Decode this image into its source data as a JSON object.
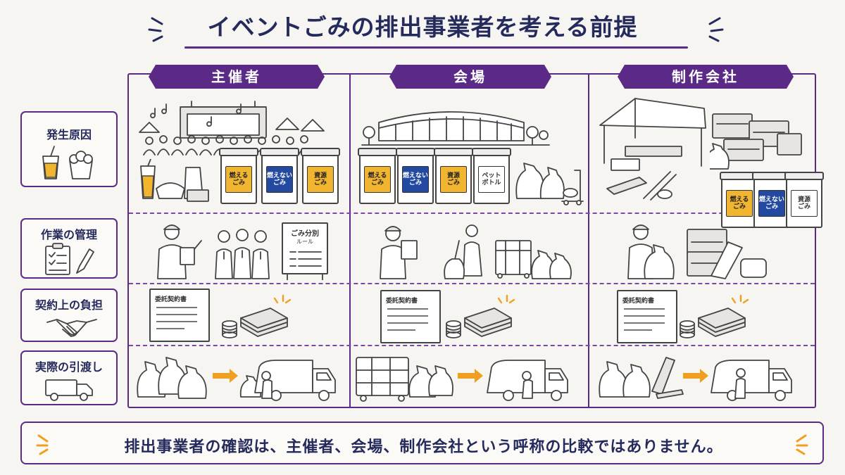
{
  "title": "イベントごみの排出事業者を考える前提",
  "columns": [
    {
      "label": "主催者"
    },
    {
      "label": "会場"
    },
    {
      "label": "制作会社"
    }
  ],
  "rows": [
    {
      "label": "発生原因",
      "icon": "drink-cup-and-popcorn-icon"
    },
    {
      "label": "作業の管理",
      "icon": "clipboard-pen-icon"
    },
    {
      "label": "契約上の負担",
      "icon": "handshake-icon"
    },
    {
      "label": "実際の引渡し",
      "icon": "truck-icon"
    }
  ],
  "bins": {
    "burnable": "燃える\nごみ",
    "non_burnable": "燃えない\nごみ",
    "resource": "資源\nごみ",
    "pet_bottle": "ペット\nボトル"
  },
  "sign_board": {
    "title": "ごみ分別",
    "subtitle": "ルール"
  },
  "contract_doc_title": "委託契約書",
  "footer_note": "排出事業者の確認は、主催者、会場、制作会社という呼称の比較ではありません。",
  "colors": {
    "accent": "#5b2a86",
    "title": "#252a5c",
    "bin_yellow": "#f2b530",
    "bin_blue": "#234aa0",
    "arrow": "#f0a020"
  }
}
